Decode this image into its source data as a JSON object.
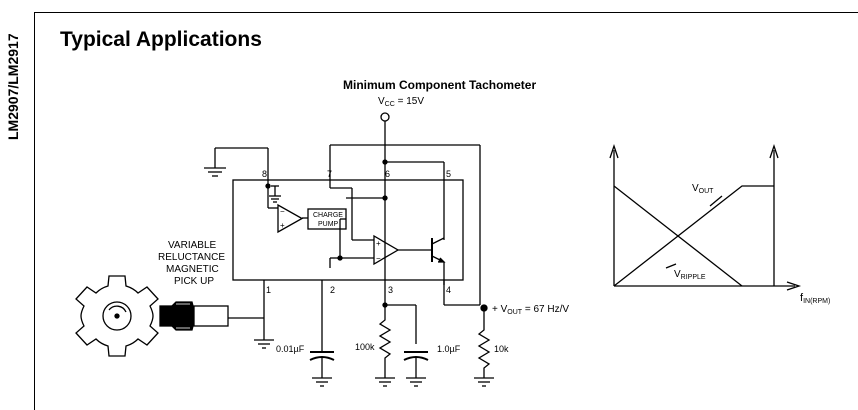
{
  "sidebar": {
    "part_numbers": "LM2907/LM2917"
  },
  "section": {
    "title": "Typical Applications"
  },
  "circuit": {
    "title": "Minimum Component Tachometer",
    "vcc_label": "V",
    "vcc_sub": "CC",
    "vcc_value": " = 15V",
    "pin_labels": [
      "8",
      "7",
      "6",
      "5",
      "1",
      "2",
      "3",
      "4"
    ],
    "charge_pump_label_1": "CHARGE",
    "charge_pump_label_2": "PUMP",
    "pickup_label": [
      "VARIABLE",
      "RELUCTANCE",
      "MAGNETIC",
      "PICK UP"
    ],
    "vout_prefix": "+ V",
    "vout_sub": "OUT",
    "vout_value": " = 67 Hz/V",
    "cap1_label": "0.01µF",
    "res1_label": "100k",
    "cap2_label": "1.0µF",
    "res2_label": "10k"
  },
  "graph": {
    "vout_label": "V",
    "vout_sub": "OUT",
    "vripple_label": "V",
    "vripple_sub": "RIPPLE",
    "xaxis_label": "f",
    "xaxis_sub": "IN(RPM)"
  }
}
